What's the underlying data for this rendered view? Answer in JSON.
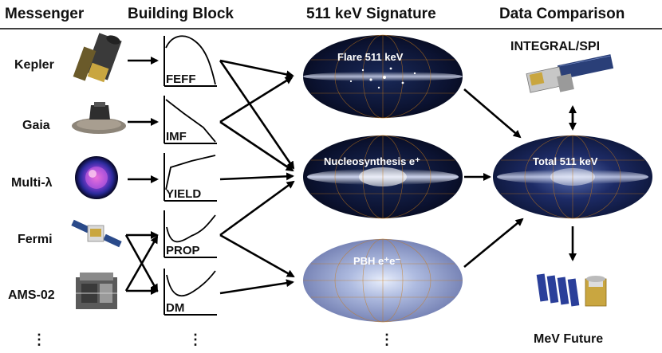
{
  "headers": {
    "messenger": "Messenger",
    "building_block": "Building Block",
    "signature": "511 keV Signature",
    "comparison": "Data Comparison"
  },
  "messengers": [
    "Kepler",
    "Gaia",
    "Multi-λ",
    "Fermi",
    "AMS-02"
  ],
  "blocks": [
    "FEFF",
    "IMF",
    "YIELD",
    "PROP",
    "DM"
  ],
  "skymaps": {
    "flare": "Flare 511 keV",
    "nucleo": "Nucleosynthesis e⁺",
    "pbh": "PBH e⁺e⁻",
    "total": "Total 511 keV"
  },
  "instruments": {
    "integral": "INTEGRAL/SPI",
    "future": "MeV Future"
  },
  "ellipsis": "⋮"
}
